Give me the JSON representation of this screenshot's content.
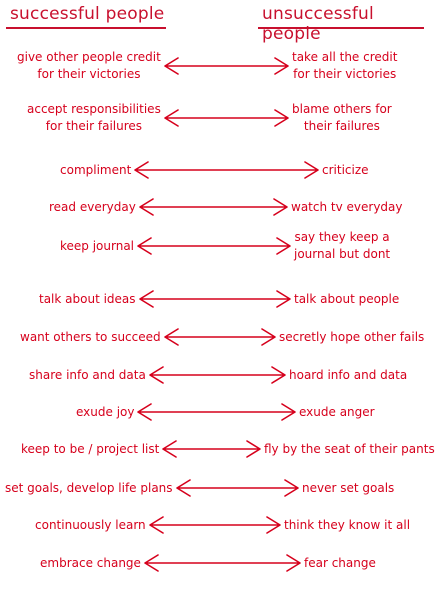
{
  "headers": {
    "left": "successful people",
    "right": "unsuccessful people"
  },
  "accent_color": "#d6001c",
  "rows": [
    {
      "left": "give other people credit\nfor their victories",
      "right": "take all the credit\nfor their victories"
    },
    {
      "left": "accept responsibilities\nfor their failures",
      "right": "blame others for\ntheir failures"
    },
    {
      "left": "compliment",
      "right": "criticize"
    },
    {
      "left": "read everyday",
      "right": "watch tv everyday"
    },
    {
      "left": "keep journal",
      "right": "say they keep a\njournal but dont"
    },
    {
      "left": "talk about ideas",
      "right": "talk about people"
    },
    {
      "left": "want others to succeed",
      "right": "secretly hope other fails"
    },
    {
      "left": "share info and data",
      "right": "hoard info and data"
    },
    {
      "left": "exude joy",
      "right": "exude anger"
    },
    {
      "left": "keep to be / project list",
      "right": "fly by the seat of their pants"
    },
    {
      "left": "set goals, develop life plans",
      "right": "never set goals"
    },
    {
      "left": "continuously learn",
      "right": "think they know it all"
    },
    {
      "left": "embrace change",
      "right": "fear change"
    }
  ]
}
